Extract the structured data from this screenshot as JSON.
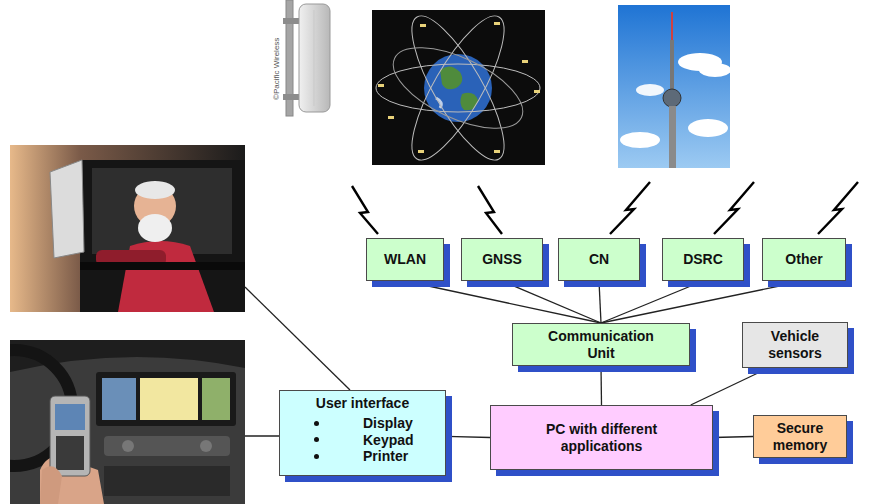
{
  "diagram": {
    "nodes": [
      {
        "text": [
          "WLAN"
        ]
      },
      {
        "text": [
          "GNSS"
        ]
      },
      {
        "text": [
          "CN"
        ]
      },
      {
        "text": [
          "DSRC"
        ]
      },
      {
        "text": [
          "Other"
        ]
      },
      {
        "text": [
          "Communication Unit"
        ]
      },
      {
        "text": [
          "Vehicle sensors"
        ]
      },
      {
        "text": [
          "User interface",
          "Display",
          "Keypad",
          "Printer"
        ]
      },
      {
        "text": [
          "PC with different applications"
        ]
      },
      {
        "text": [
          "Secure memory"
        ]
      }
    ],
    "edges": [
      {
        "from": 0,
        "to": 5,
        "arrow": "none"
      },
      {
        "from": 1,
        "to": 5,
        "arrow": "none"
      },
      {
        "from": 2,
        "to": 5,
        "arrow": "none"
      },
      {
        "from": 3,
        "to": 5,
        "arrow": "none"
      },
      {
        "from": 4,
        "to": 5,
        "arrow": "none"
      },
      {
        "from": 5,
        "to": 8,
        "arrow": "none"
      },
      {
        "from": 6,
        "to": 8,
        "arrow": "none"
      },
      {
        "from": 7,
        "to": 8,
        "arrow": "none"
      },
      {
        "from": 8,
        "to": 9,
        "arrow": "none"
      }
    ],
    "labels": [
      "©Pacific Wireless"
    ]
  }
}
